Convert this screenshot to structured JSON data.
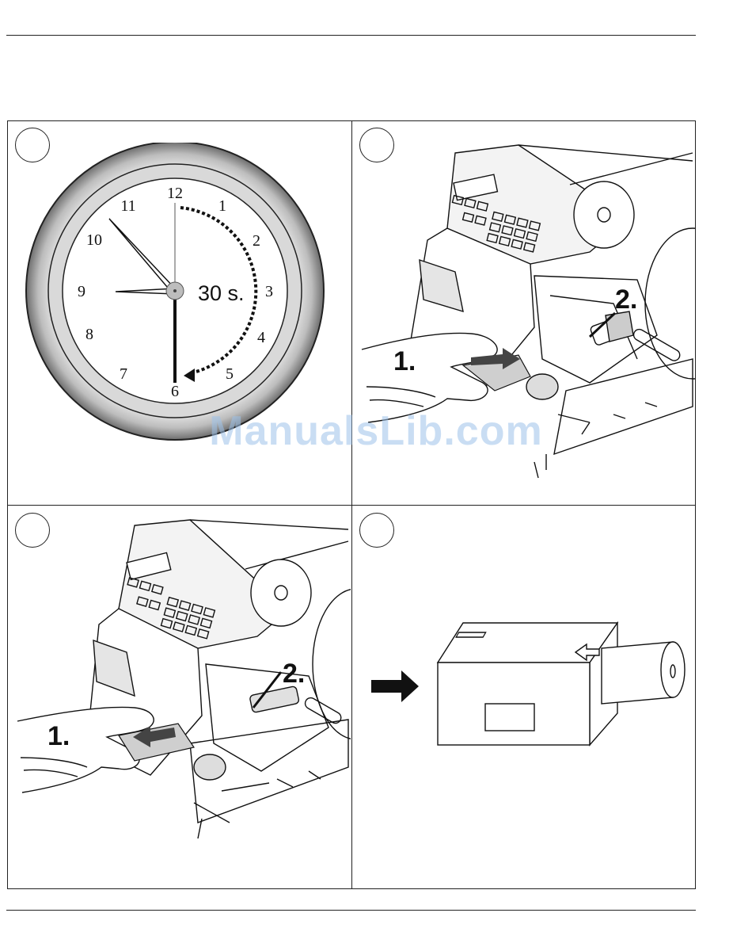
{
  "clock": {
    "numbers": [
      "12",
      "1",
      "2",
      "3",
      "4",
      "5",
      "6",
      "7",
      "8",
      "9",
      "10",
      "11"
    ],
    "duration_label": "30 s."
  },
  "steps": {
    "one": "1.",
    "two": "2."
  },
  "watermark": "ManualsLib.com",
  "colors": {
    "line": "#111111",
    "bezel_outer": "#8a8a8a",
    "bezel_inner": "#d6d6d6",
    "watermark": "#9ec3ea"
  }
}
